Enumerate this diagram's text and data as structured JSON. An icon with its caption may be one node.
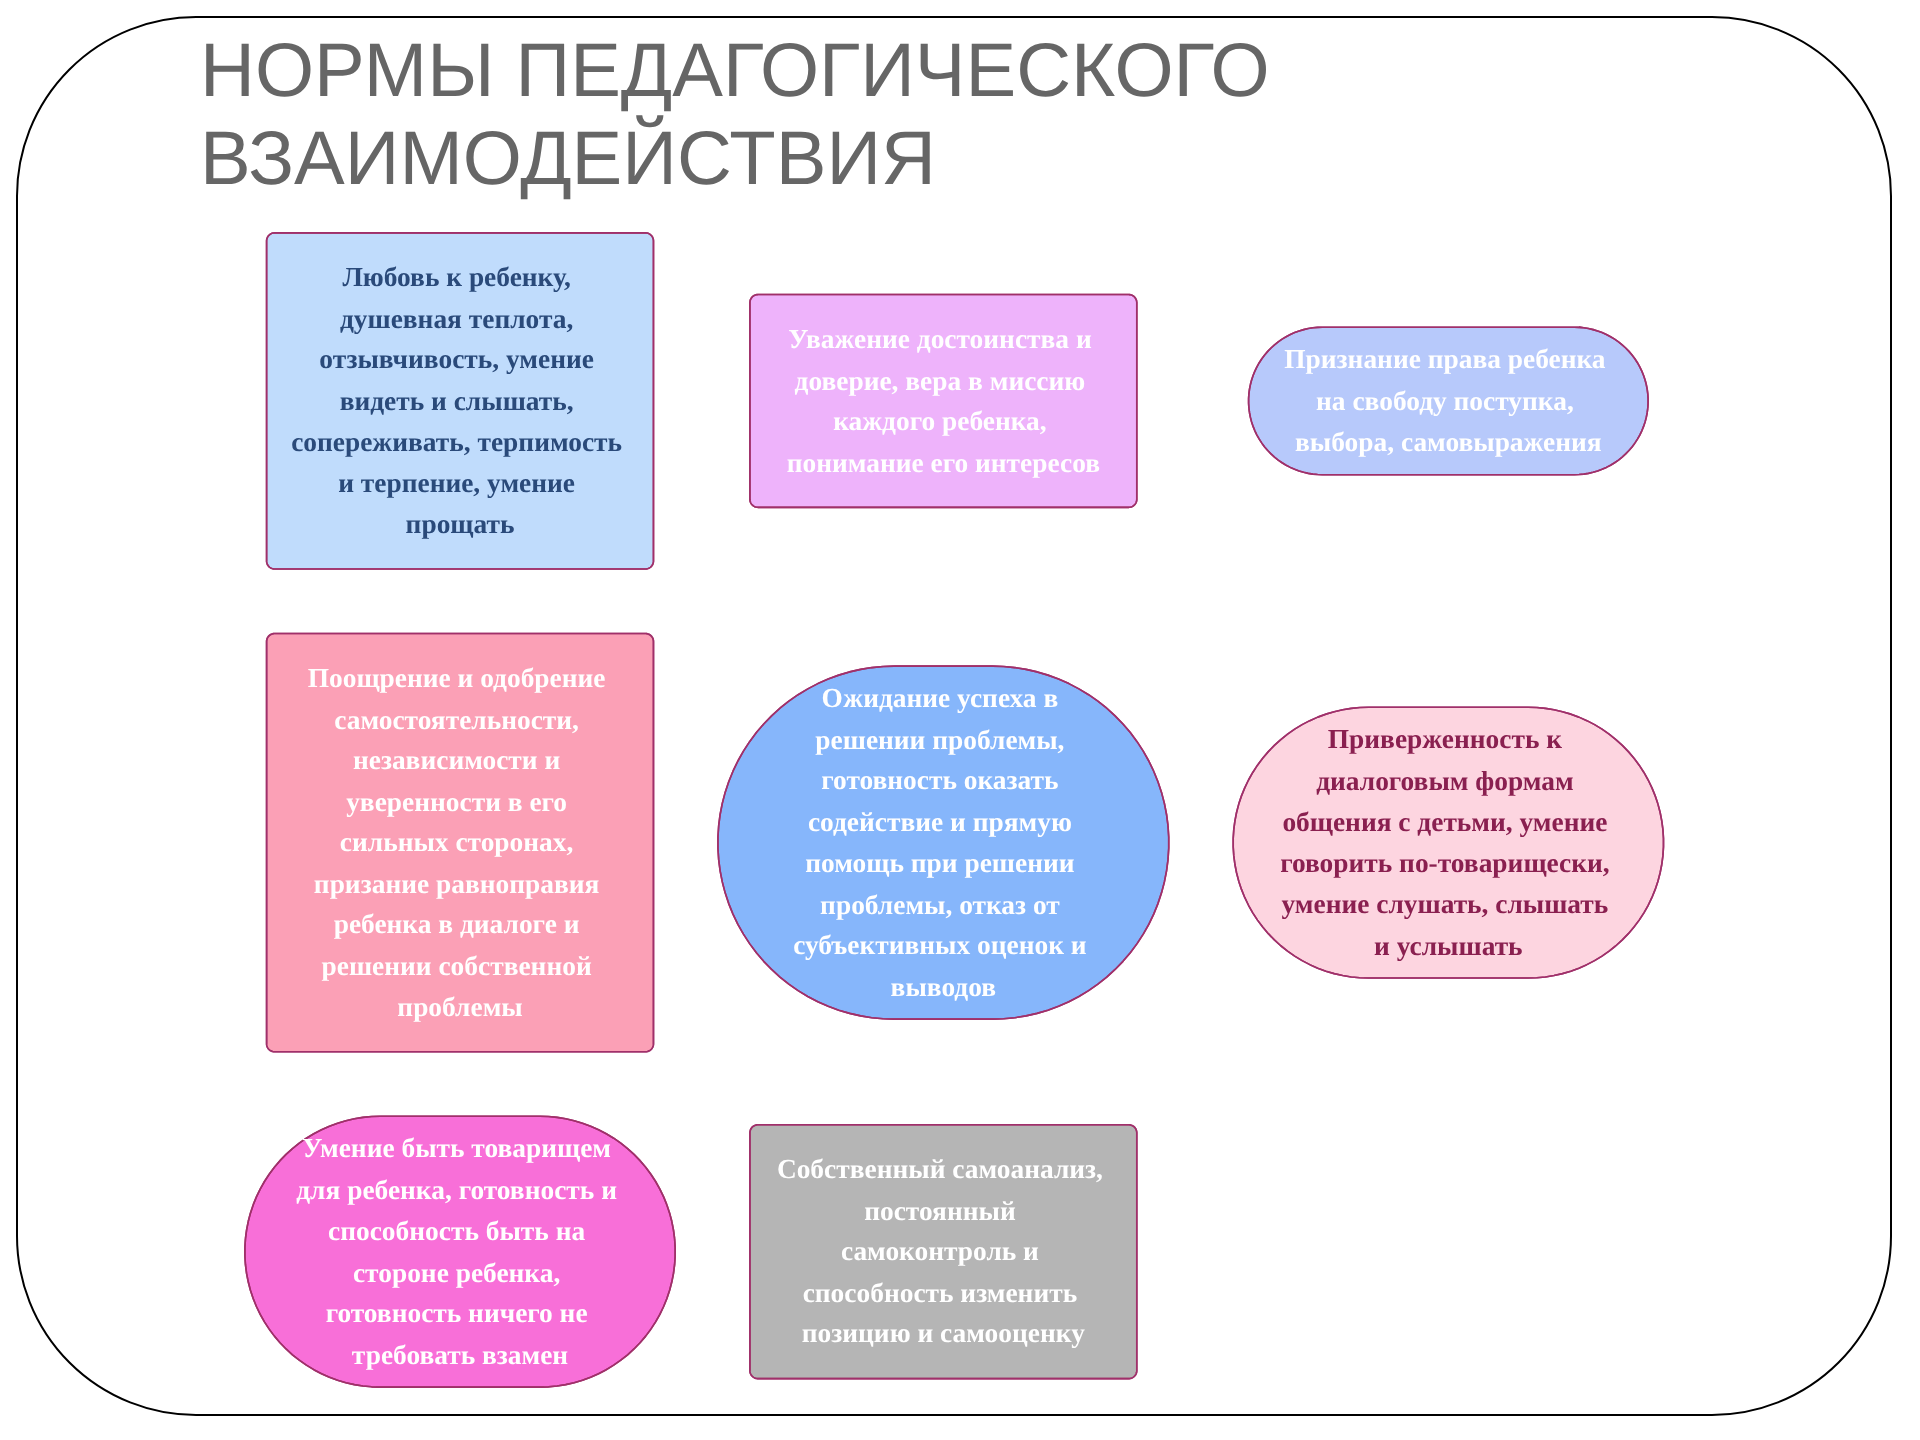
{
  "diagram": {
    "title": "НОРМЫ ПЕДАГОГИЧЕСКОГО ВЗАИМОДЕЙСТВИЯ",
    "nodes": [
      {
        "text": [
          "Любовь к ребенку, душевная теплота, отзывчивость, умение видеть и слышать, сопереживать, терпимость и терпение, умение прощать"
        ]
      },
      {
        "text": [
          "Уважение достоинства и доверие, вера в миссию каждого ребенка, понимание его интересов"
        ]
      },
      {
        "text": [
          "Признание права ребенка на свободу поступка, выбора, самовыражения"
        ]
      },
      {
        "text": [
          "Поощрение и одобрение самостоятельности, независимости и уверенности в его сильных сторонах, призание равноправия ребенка в диалоге и решении собственной проблемы"
        ]
      },
      {
        "text": [
          "Ожидание успеха в решении проблемы, готовность оказать содействие и прямую помощь при решении проблемы, отказ от субъективных оценок и выводов"
        ]
      },
      {
        "text": [
          "Приверженность к диалоговым формам общения с детьми, умение говорить по-товарищески, умение слушать, слышать и услышать"
        ]
      },
      {
        "text": [
          "Умение быть товарищем для ребенка, готовность и способность быть на стороне ребенка, готовность ничего не требовать взамен"
        ]
      },
      {
        "text": [
          "Собственный самоанализ, постоянный самоконтроль и способность изменить позицию и самооценку"
        ]
      }
    ],
    "edges": []
  }
}
